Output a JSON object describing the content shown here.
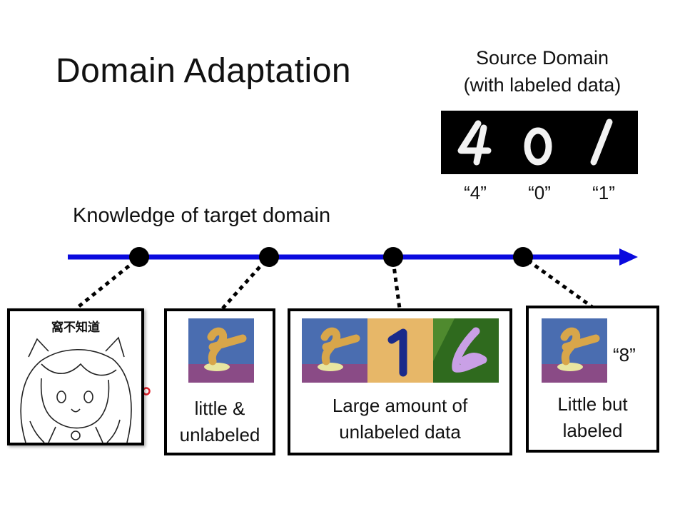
{
  "slide": {
    "title": "Domain Adaptation",
    "source_domain": {
      "title_line1": "Source Domain",
      "title_line2": "(with labeled data)",
      "digits": [
        "“4”",
        "“0”",
        "“1”"
      ]
    },
    "knowledge_label": "Knowledge of target domain",
    "boxes": {
      "unknown": {
        "caption": "窩不知道"
      },
      "little_unlabeled": {
        "line1": "little &",
        "line2": "unlabeled"
      },
      "large_unlabeled": {
        "line1": "Large amount of",
        "line2": "unlabeled data"
      },
      "little_labeled": {
        "label": "“8”",
        "line1": "Little but",
        "line2": "labeled"
      }
    }
  },
  "colors": {
    "axis": "#0a0ade",
    "dot": "#000000",
    "strip": "#000000"
  }
}
